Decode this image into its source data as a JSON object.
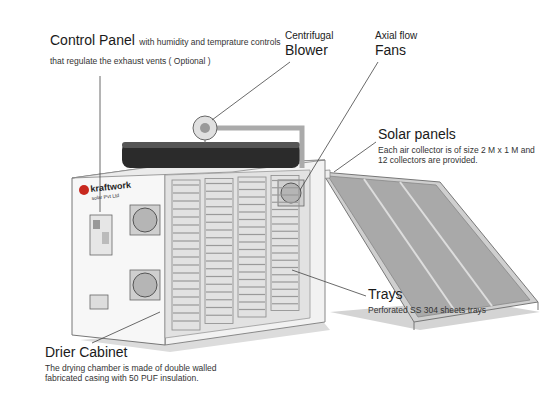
{
  "diagram": {
    "labels": [
      "Control Panel",
      "with humidity and temprature controls that regulate the exhaust vents ( Optional )",
      "Centrifugal",
      "Blower",
      "Axial flow",
      "Fans",
      "Solar panels",
      "Each air collector is of size 2 M x 1 M and 12 collectors are provided.",
      "Trays",
      "Perforated SS 304 sheets trays",
      "Drier Cabinet",
      "The drying chamber is made of double walled fabricated casing with 50 PUF insulation.",
      "kraftwork",
      "solar Pvt Ltd"
    ]
  }
}
